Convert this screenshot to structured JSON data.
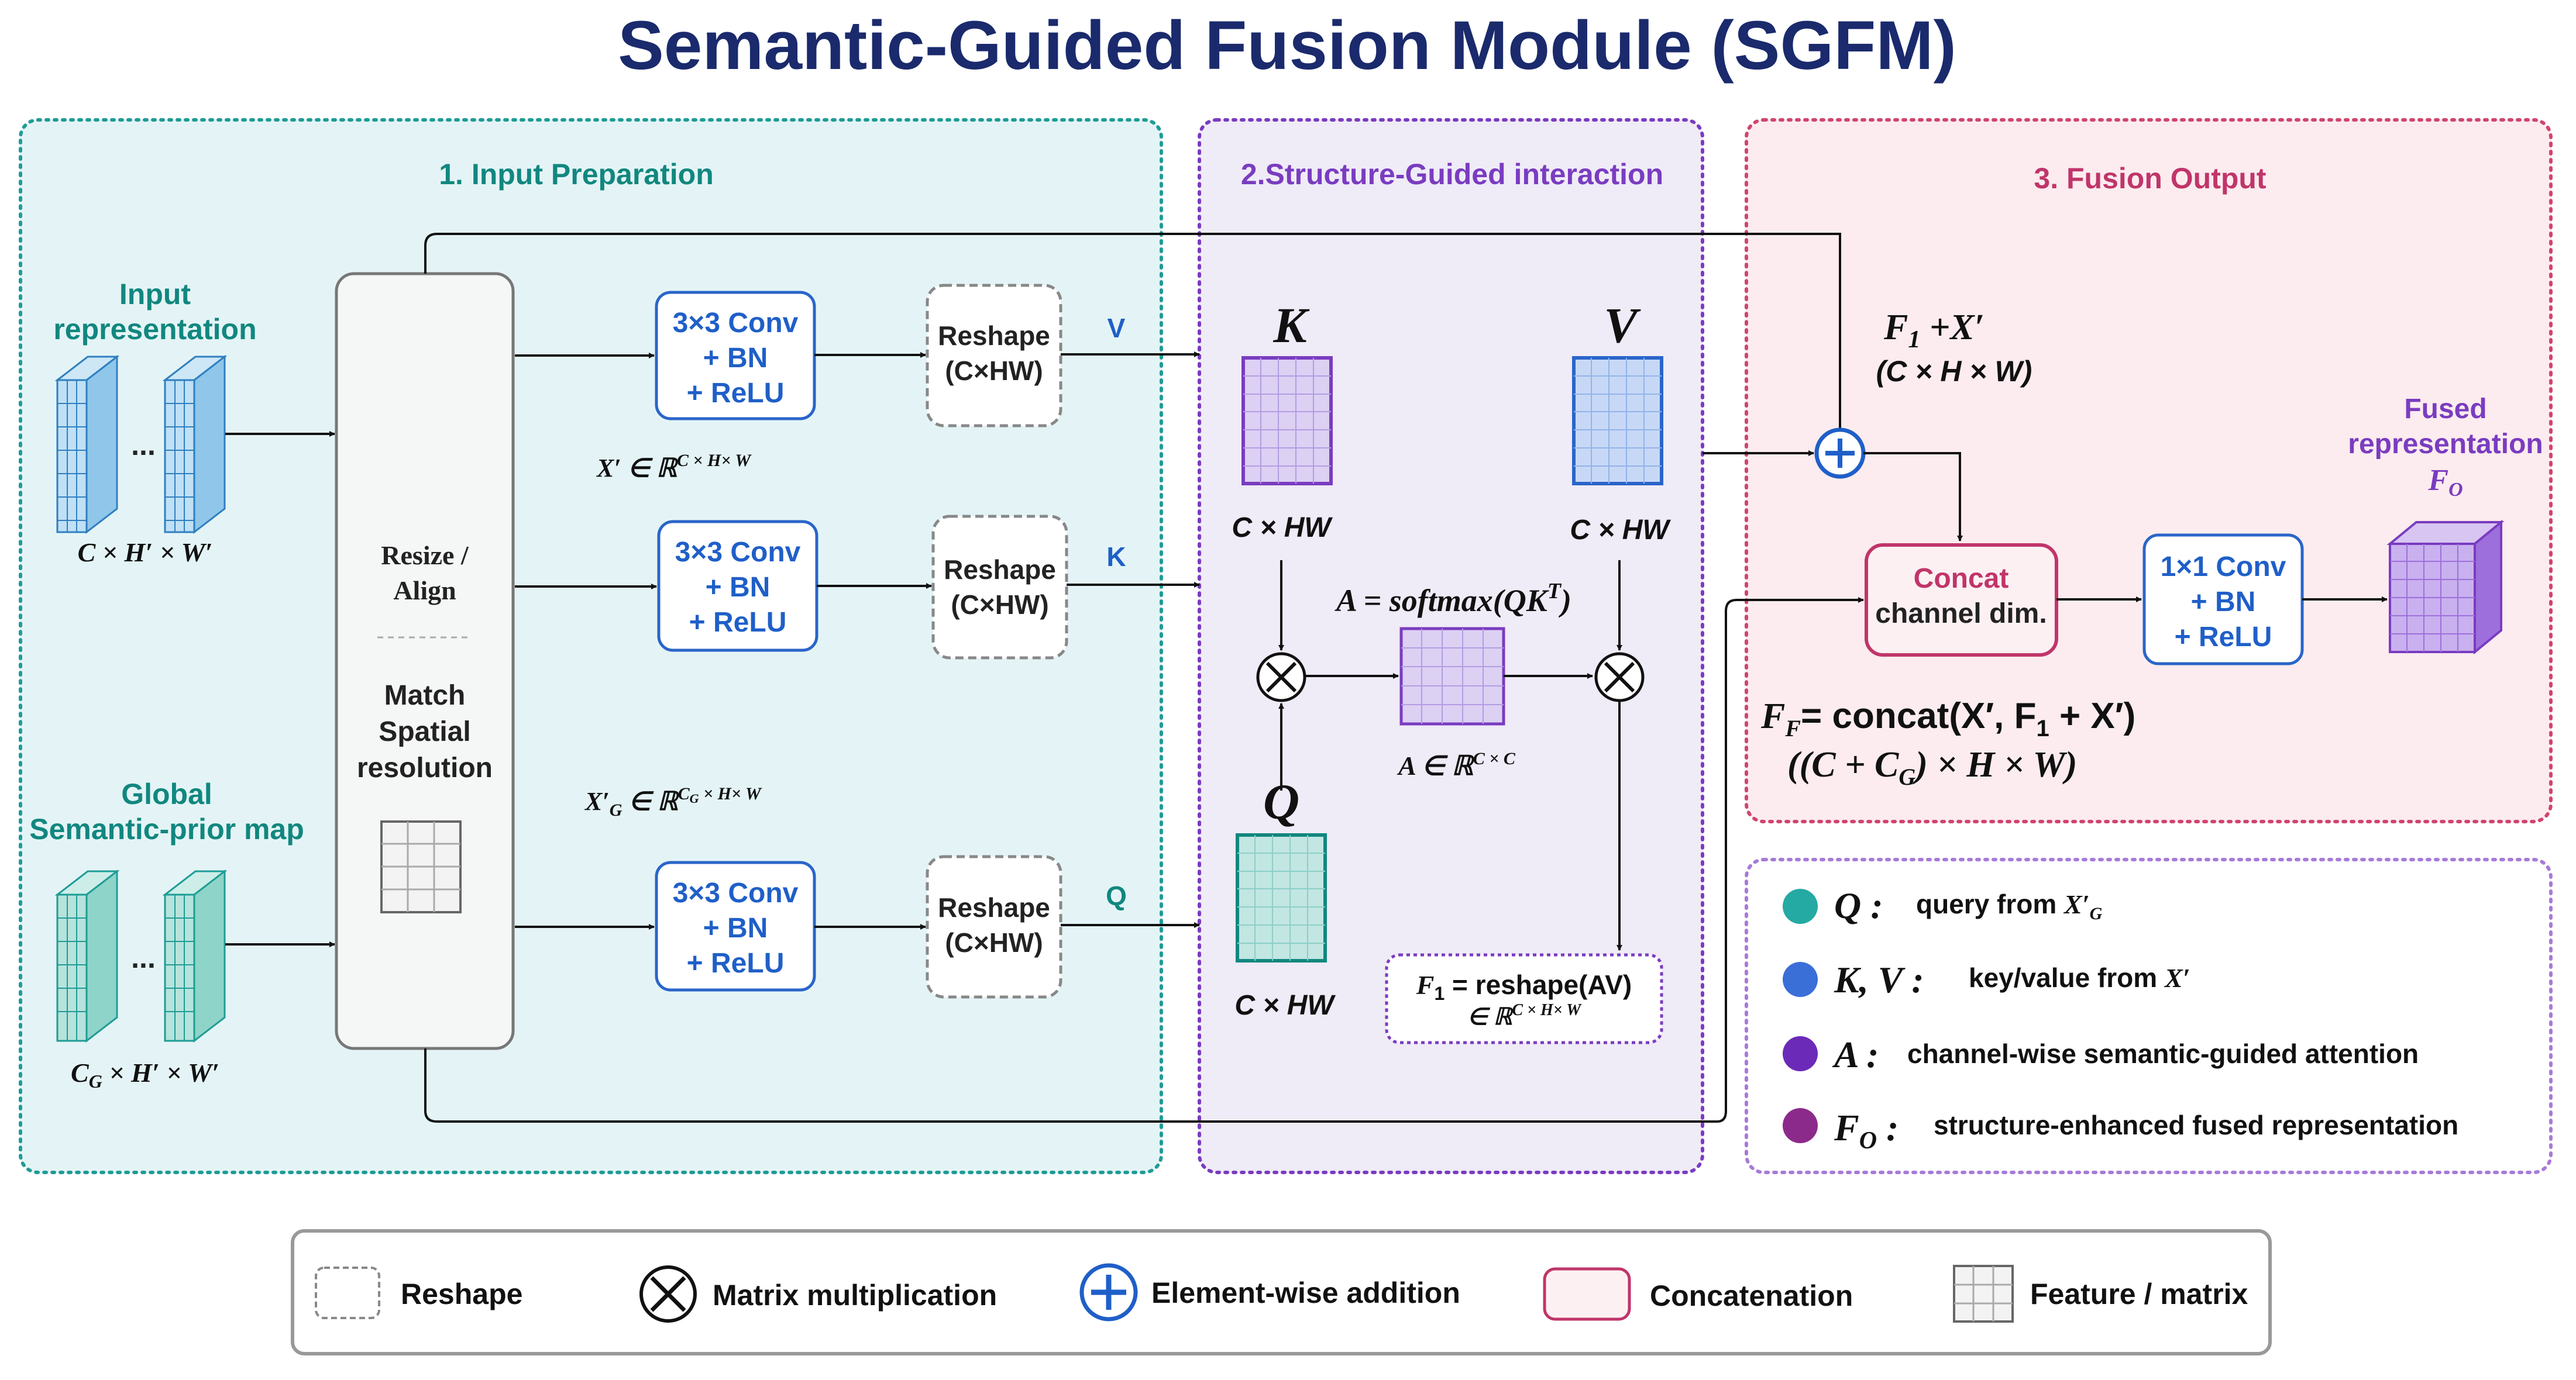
{
  "title": "Semantic-Guided Fusion Module (SGFM)",
  "sections": {
    "input_prep": "1. Input Preparation",
    "interaction": "2.Structure-Guided interaction",
    "fusion": "3. Fusion Output"
  },
  "inputs": {
    "input_rep_line1": "Input",
    "input_rep_line2": "representation",
    "input_dims": "C × H′ × W′",
    "global_line1": "Global",
    "global_line2": "Semantic-prior map",
    "global_dims": "C",
    "global_dims_sub": "G",
    "global_dims_rest": " × H′ × W′",
    "dots": "..."
  },
  "resize": {
    "line1": "Resize /",
    "line2": "Align",
    "match1": "Match",
    "match2": "Spatial",
    "match3": "resolution"
  },
  "conv_blocks": [
    {
      "l1": "3×3 Conv",
      "l2": "+ BN",
      "l3": "+ ReLU"
    },
    {
      "l1": "3×3 Conv",
      "l2": "+ BN",
      "l3": "+ ReLU"
    },
    {
      "l1": "3×3 Conv",
      "l2": "+ BN",
      "l3": "+ ReLU"
    }
  ],
  "reshape_blocks": [
    {
      "l1": "Reshape",
      "l2": "(C×HW)",
      "out": "V"
    },
    {
      "l1": "Reshape",
      "l2": "(C×HW)",
      "out": "K"
    },
    {
      "l1": "Reshape",
      "l2": "(C×HW)",
      "out": "Q"
    }
  ],
  "feature_labels": {
    "x_prime": "X′ ∈ ℝ",
    "x_prime_sup": "C × H× W",
    "xg_prime": "X′",
    "xg_sub": "G",
    "xg_rest": " ∈ ℝ",
    "xg_sup_c": "C",
    "xg_sup_g": "G",
    "xg_sup_rest": " × H× W"
  },
  "interaction": {
    "k": "K",
    "v": "V",
    "q": "Q",
    "k_dims": "C × HW",
    "v_dims": "C × HW",
    "q_dims": "C × HW",
    "attn_formula": "A = softmax(QK",
    "attn_sup": "T",
    "attn_close": ")",
    "attn_dims": "A  ∈  ℝ",
    "attn_dims_sup": "C × C",
    "f1_a": "F",
    "f1_sub": "1",
    "f1_b": " = reshape(AV)",
    "f1_c": "∈ ℝ",
    "f1_sup": "C × H× W"
  },
  "fusion": {
    "sum_a": "F",
    "sum_sub": "1",
    "sum_b": " +X′",
    "sum_dims": "(C × H × W)",
    "concat_l1": "Concat",
    "concat_l2": "channel dim.",
    "conv1_l1": "1×1 Conv",
    "conv1_l2": "+ BN",
    "conv1_l3": "+ ReLU",
    "fused_l1": "Fused",
    "fused_l2": "representation",
    "fused_sym": "F",
    "fused_sub": "O",
    "ff_a": "F",
    "ff_sub": "F",
    "ff_b": "= concat(X′, F",
    "ff_sub2": "1",
    "ff_c": " + X′)",
    "ff_dims_a": "((C + C",
    "ff_dims_sub": "G",
    "ff_dims_b": ") ×  H  ×  W)"
  },
  "notes": [
    {
      "sym": "Q",
      "sym_sub": "",
      "colon": " :",
      "text": "query from ",
      "text2": "X′",
      "text2_sub": "G",
      "color": "#25a9a3"
    },
    {
      "sym": "K, V",
      "sym_sub": "",
      "colon": " :",
      "text": "key/value from ",
      "text2": "X′",
      "text2_sub": "",
      "color": "#3a6fd8"
    },
    {
      "sym": "A",
      "sym_sub": "",
      "colon": " :",
      "text": "channel-wise semantic-guided attention",
      "text2": "",
      "text2_sub": "",
      "color": "#6b2ab8"
    },
    {
      "sym": "F",
      "sym_sub": "O",
      "colon": " :",
      "text": "structure-enhanced fused representation",
      "text2": "",
      "text2_sub": "",
      "color": "#8c2a8c"
    }
  ],
  "legend": {
    "reshape": "Reshape",
    "matmul": "Matrix multiplication",
    "add": "Element-wise addition",
    "concat": "Concatenation",
    "feature": "Feature / matrix"
  },
  "colors": {
    "title": "#1a2a6c",
    "teal": "#11877f",
    "purple": "#7a3cc0",
    "pink": "#c0356a",
    "blue": "#1f5fc8"
  }
}
